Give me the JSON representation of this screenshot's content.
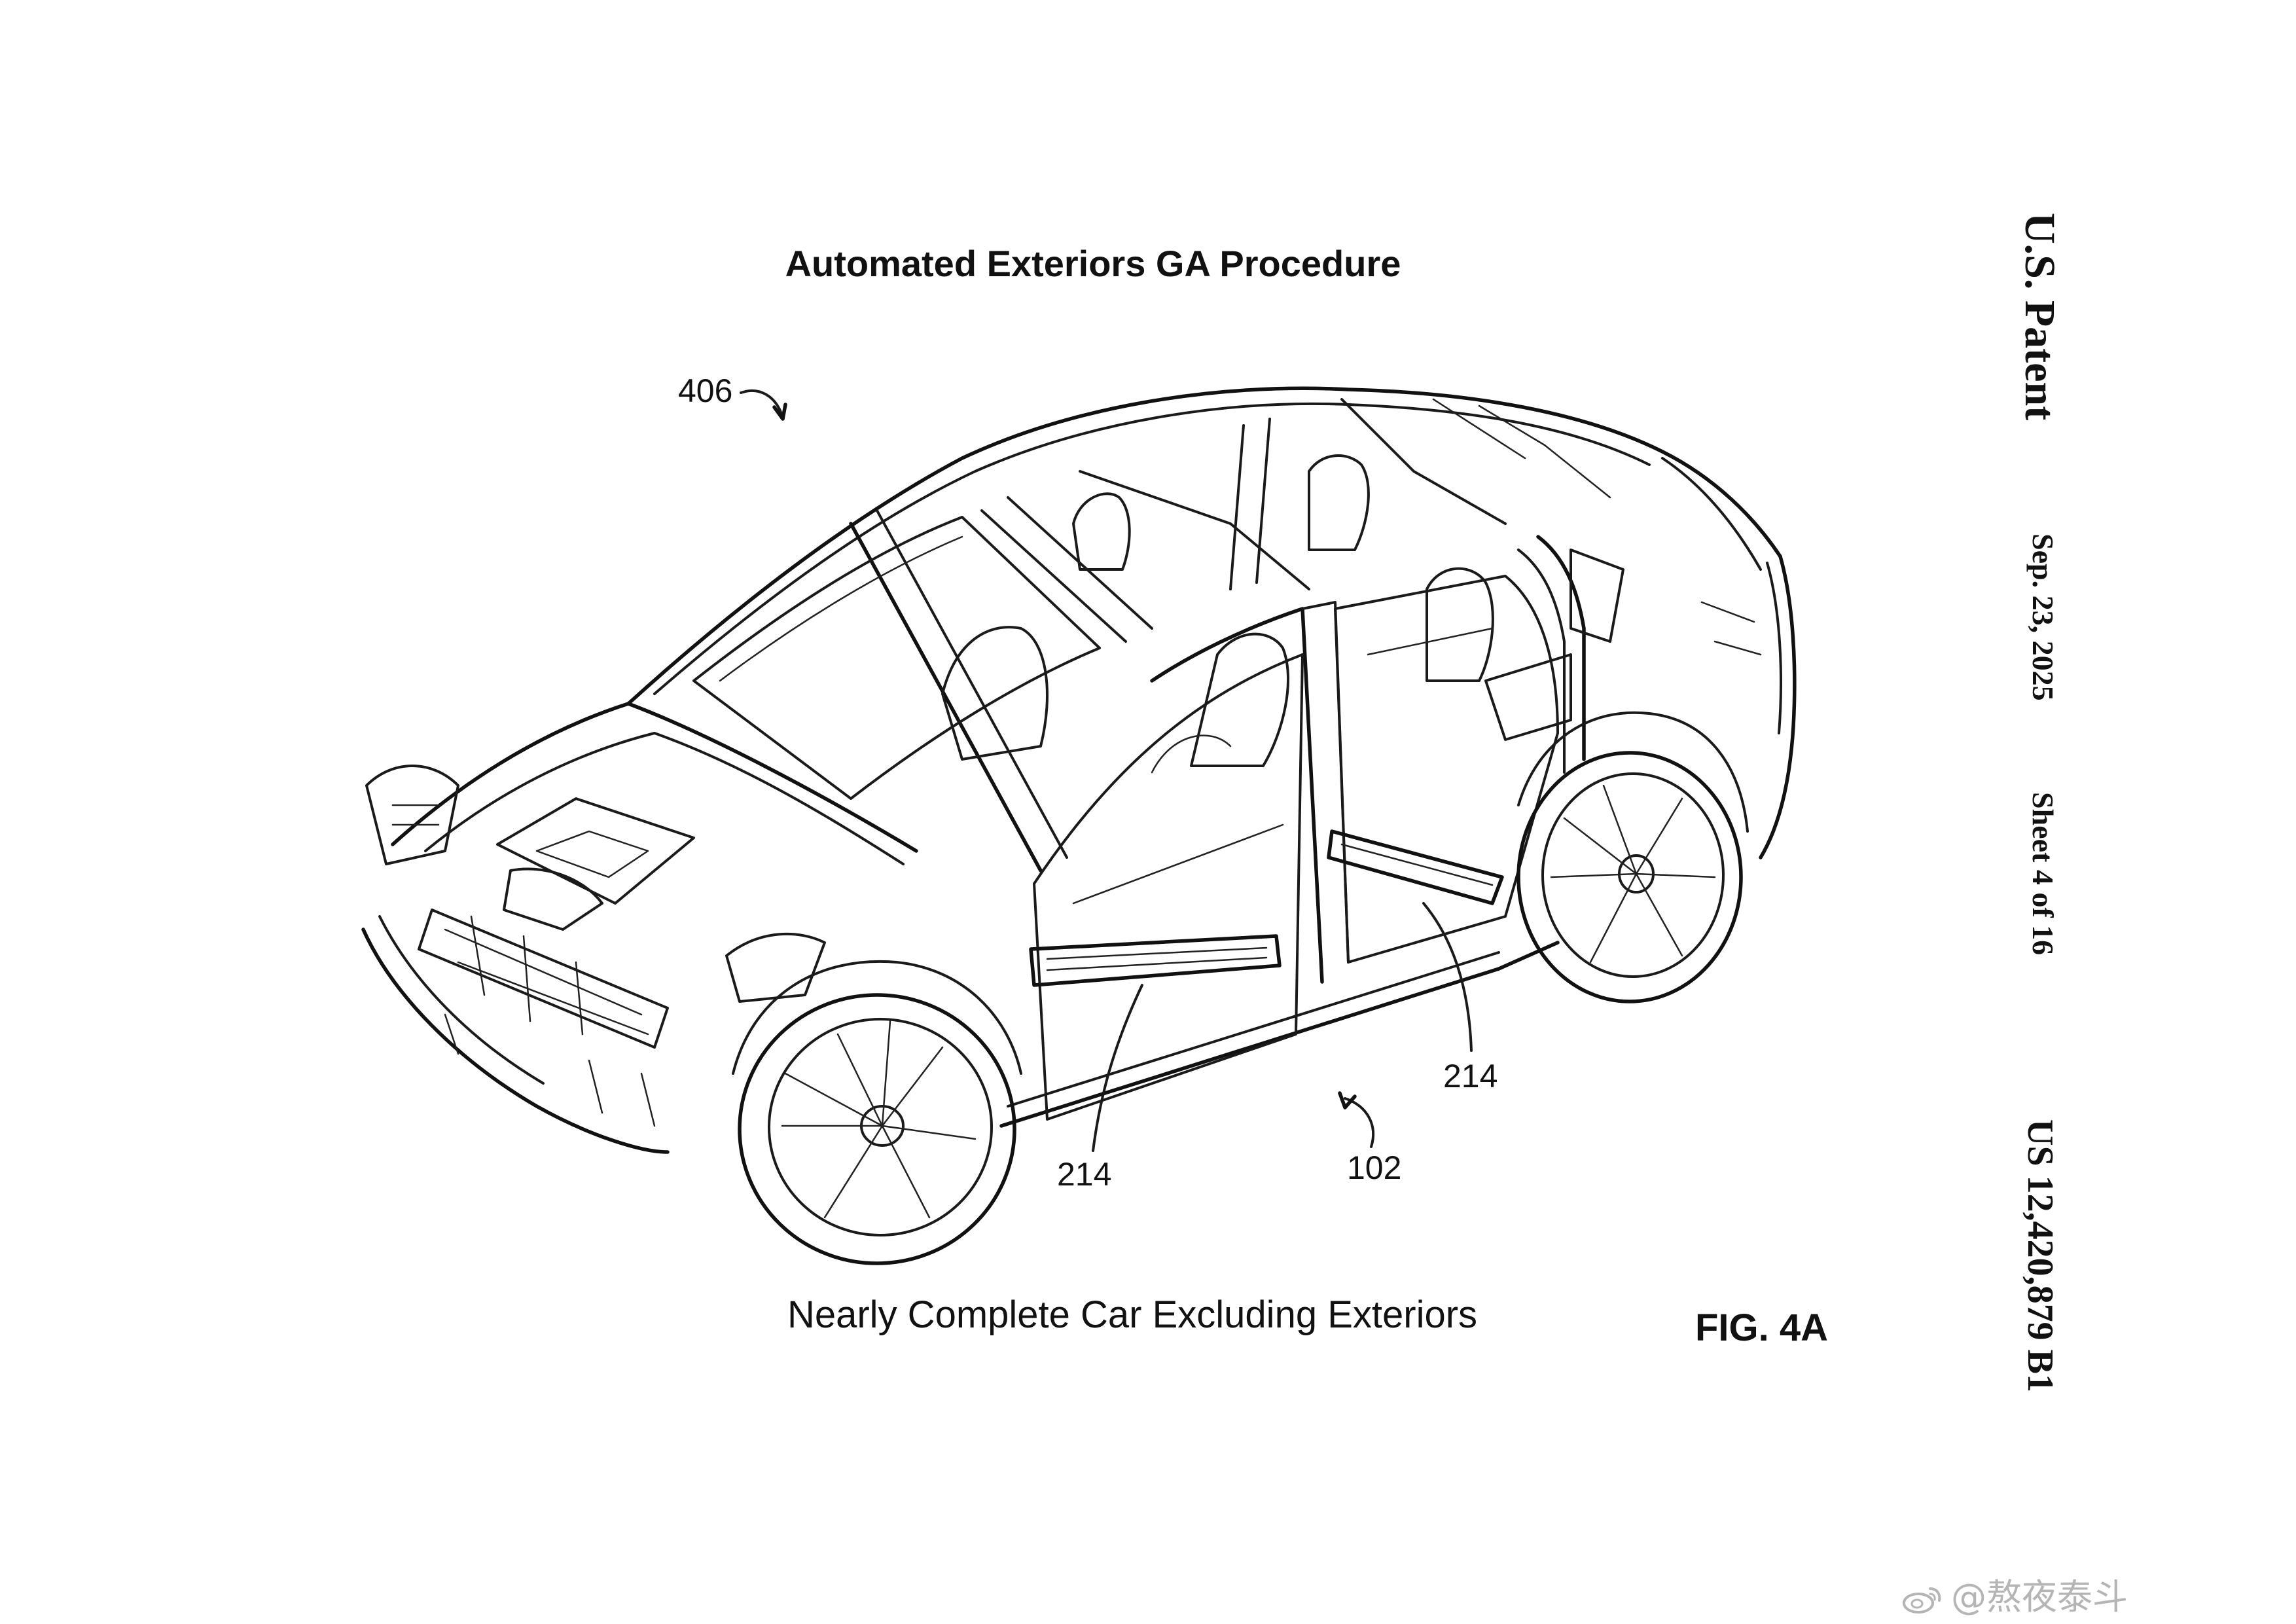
{
  "document": {
    "title": "Automated Exteriors GA Procedure",
    "caption": "Nearly Complete Car Excluding Exteriors",
    "figure_label": "FIG. 4A"
  },
  "reference_numerals": {
    "assembly": "406",
    "panel_front": "214",
    "panel_rear": "214",
    "vehicle": "102"
  },
  "patent_header": {
    "office": "U.S. Patent",
    "date": "Sep. 23, 2025",
    "sheet": "Sheet 4 of 16",
    "number": "US 12,420,879 B1"
  },
  "watermark": {
    "text": "@熬夜泰斗",
    "icon": "weibo-logo-icon"
  },
  "colors": {
    "ink": "#111111",
    "watermark": "#b5b5b5",
    "background": "#ffffff"
  }
}
